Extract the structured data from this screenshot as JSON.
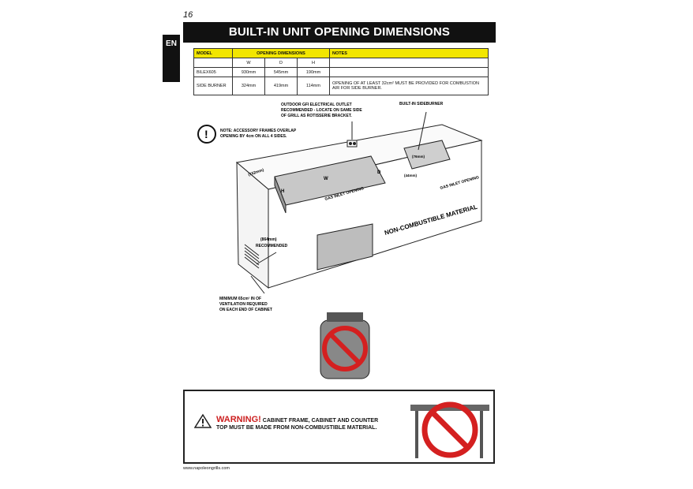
{
  "page_number": "16",
  "language_tab": "EN",
  "title": "BUILT-IN UNIT OPENING DIMENSIONS",
  "table": {
    "headers": {
      "model": "MODEL",
      "opening": "OPENING DIMENSIONS",
      "notes": "NOTES"
    },
    "subheaders": {
      "w": "W",
      "d": "D",
      "h": "H"
    },
    "rows": [
      {
        "model": "BILEX605",
        "w": "930mm",
        "d": "545mm",
        "h": "190mm",
        "notes": ""
      },
      {
        "model": "SIDE BURNER",
        "w": "324mm",
        "d": "419mm",
        "h": "114mm",
        "notes": "OPENING OF AT LEAST 32cm² MUST BE PROVIDED FOR COMBUSTION AIR FOR SIDE BURNER."
      }
    ]
  },
  "diagram": {
    "outlet_note_1": "OUTDOOR GFI ELECTRICAL OUTLET",
    "outlet_note_2": "RECOMMENDED - LOCATE ON SAME SIDE",
    "outlet_note_3": "OF GRILL AS ROTISSERIE BRACKET.",
    "sideburner_label": "BUILT-IN SIDEBURNER",
    "accessory_note_1": "NOTE: ACCESSORY FRAMES OVERLAP",
    "accessory_note_2": "OPENING BY 4cm ON ALL 4 SIDES.",
    "exclaim": "!",
    "dim_152": "(152mm)",
    "dim_864": "(864mm)",
    "recommended": "RECOMMENDED",
    "dim_76": "(76mm)",
    "dim_44": "(44mm)",
    "gas_inlet_main": "GAS INLET OPENING",
    "gas_inlet_side": "GAS INLET OPENING",
    "material": "NON-COMBUSTIBLE MATERIAL",
    "vent_note_1": "MINIMUM 65cm² IN OF",
    "vent_note_2": "VENTILATION REQUIRED",
    "vent_note_3": "ON EACH END OF CABINET",
    "letter_w": "W",
    "letter_d": "D",
    "letter_h": "H"
  },
  "warning": {
    "word": "WARNING!",
    "line1": " CABINET FRAME, CABINET AND COUNTER",
    "line2": "TOP MUST BE MADE FROM NON-COMBUSTIBLE MATERIAL."
  },
  "website": "www.napoleongrills.com",
  "colors": {
    "accent": "#f2e600",
    "warning_red": "#cc1f1f",
    "prohibit_red": "#d42020"
  }
}
